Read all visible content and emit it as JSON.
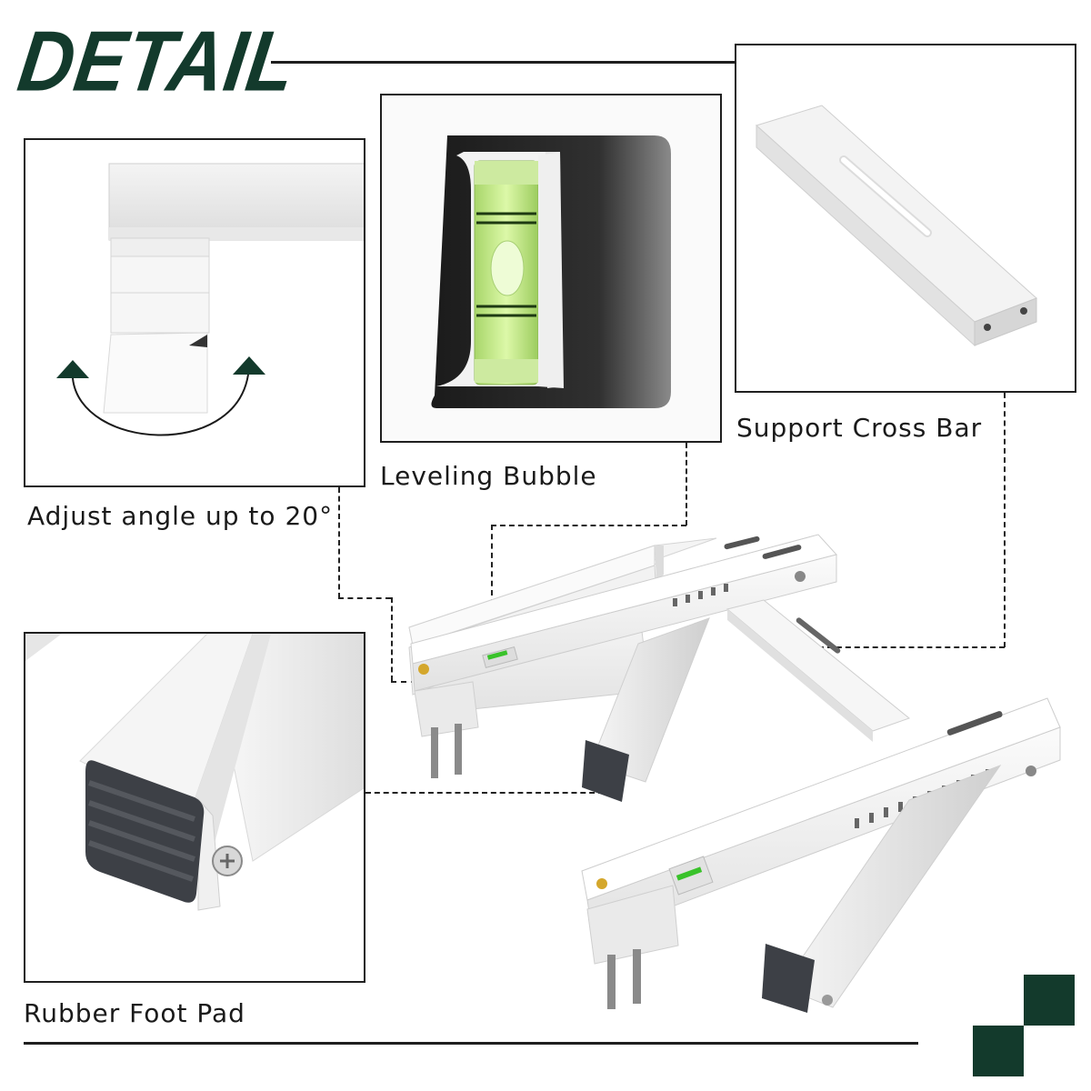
{
  "header": {
    "title": "DETAIL"
  },
  "callouts": {
    "angle": {
      "caption": "Adjust angle up to 20°"
    },
    "bubble": {
      "caption": "Leveling Bubble"
    },
    "crossbar": {
      "caption": "Support Cross Bar"
    },
    "foot": {
      "caption": "Rubber Foot Pad"
    }
  },
  "colors": {
    "brand_green": "#133a2c",
    "bubble_green": "#c8f08a",
    "rubber": "#3d4046"
  },
  "icons": {
    "rotate": "curved-double-arrow-icon",
    "logo": "checkered-logo-icon"
  }
}
